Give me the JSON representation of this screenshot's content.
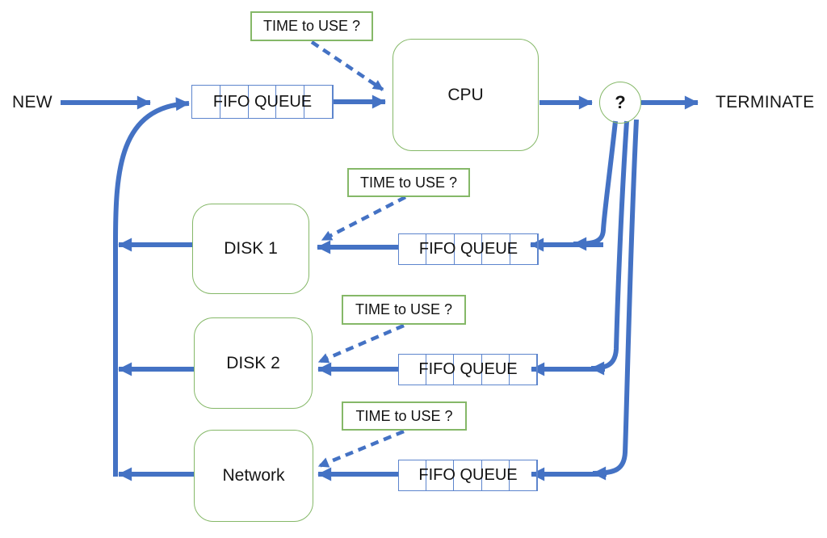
{
  "labels": {
    "new": "NEW",
    "terminate": "TERMINATE",
    "decision": "?"
  },
  "nodes": [
    {
      "id": "cpu",
      "label": "CPU"
    },
    {
      "id": "disk1",
      "label": "DISK 1"
    },
    {
      "id": "disk2",
      "label": "DISK 2"
    },
    {
      "id": "network",
      "label": "Network"
    }
  ],
  "queues": [
    {
      "of": "cpu",
      "label": "FIFO QUEUE"
    },
    {
      "of": "disk1",
      "label": "FIFO QUEUE"
    },
    {
      "of": "disk2",
      "label": "FIFO QUEUE"
    },
    {
      "of": "network",
      "label": "FIFO QUEUE"
    }
  ],
  "annotations": [
    {
      "target": "cpu",
      "label": "TIME to USE ?"
    },
    {
      "target": "disk1",
      "label": "TIME to USE ?"
    },
    {
      "target": "disk2",
      "label": "TIME to USE ?"
    },
    {
      "target": "network",
      "label": "TIME to USE ?"
    }
  ],
  "colors": {
    "arrow_blue": "#4472C4",
    "queue_border_blue": "#5d85cd",
    "node_border_green": "#85b868",
    "text": "#161616"
  }
}
